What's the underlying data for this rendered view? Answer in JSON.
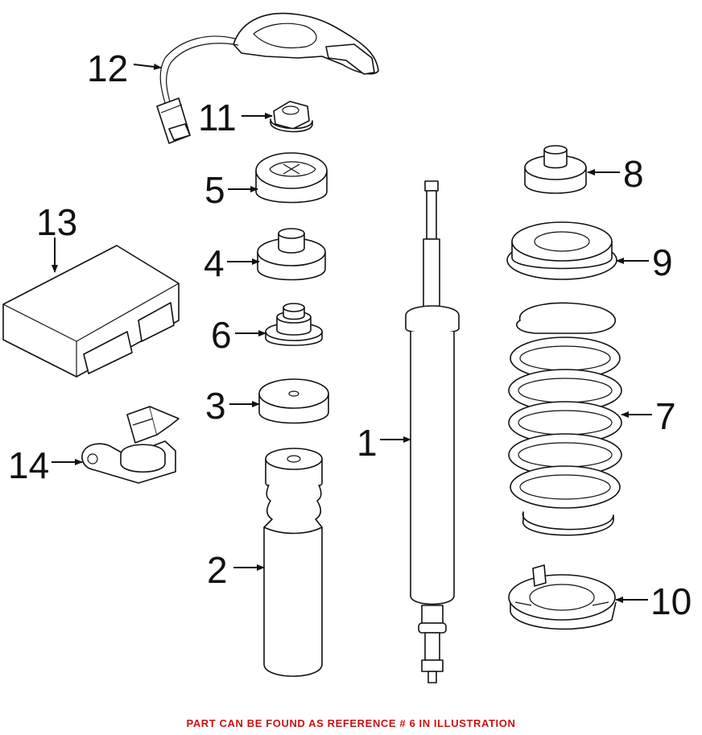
{
  "callouts": {
    "c1": "1",
    "c2": "2",
    "c3": "3",
    "c4": "4",
    "c5": "5",
    "c6": "6",
    "c7": "7",
    "c8": "8",
    "c9": "9",
    "c10": "10",
    "c11": "11",
    "c12": "12",
    "c13": "13",
    "c14": "14"
  },
  "footer": {
    "note": "PART CAN BE FOUND AS REFERENCE # 6 IN ILLUSTRATION"
  },
  "colors": {
    "line": "#111111",
    "note": "#cc1111",
    "background": "#ffffff"
  }
}
